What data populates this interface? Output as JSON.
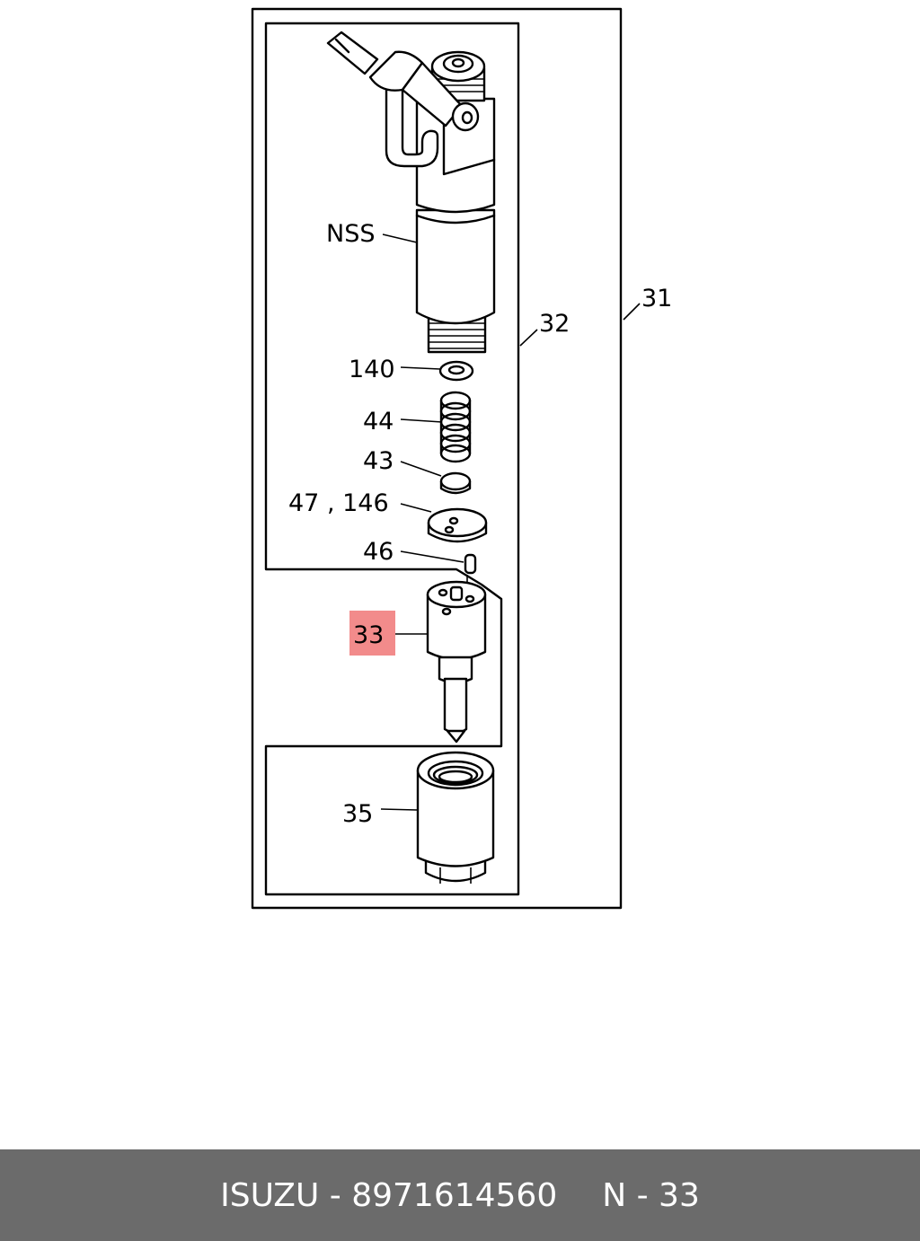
{
  "diagram": {
    "labels": {
      "l31": "31",
      "l32": "32",
      "lNSS": "NSS",
      "l140": "140",
      "l44": "44",
      "l43": "43",
      "l47_146": "47 , 146",
      "l46": "46",
      "l33": "33",
      "l35": "35"
    },
    "highlight_color": "#f28b8b"
  },
  "footer": {
    "part_number": "ISUZU - 8971614560",
    "ref": "N - 33",
    "background": "#6b6b6b",
    "text_color": "#ffffff"
  }
}
